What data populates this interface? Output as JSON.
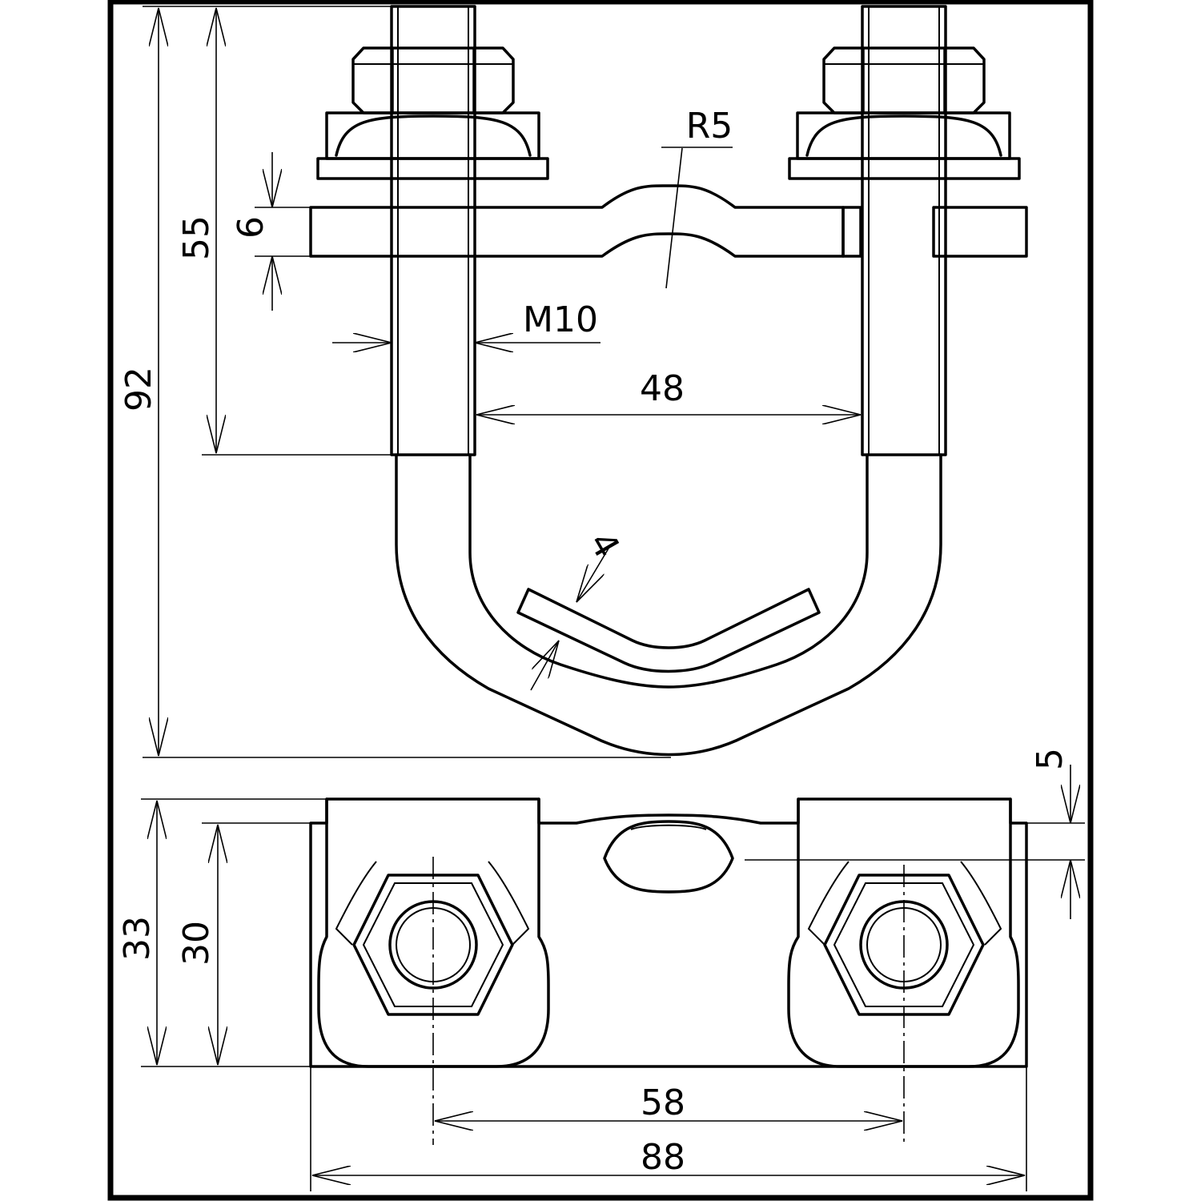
{
  "dimensions": {
    "overall_height": "92",
    "bolt_length": "55",
    "strap_thickness": "6",
    "saddle_radius": "R5",
    "thread": "M10",
    "inner_width": "48",
    "bracket_gap": "4",
    "saddle_offset": "5",
    "body_height": "33",
    "strap_width": "30",
    "bolt_spacing": "58",
    "overall_width": "88"
  },
  "colors": {
    "line": "#000000",
    "background": "#ffffff"
  }
}
